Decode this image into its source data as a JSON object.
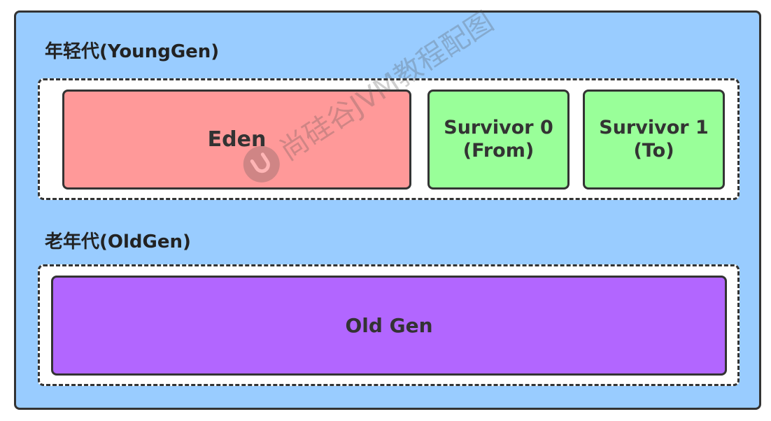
{
  "diagram": {
    "young_gen": {
      "label": "年轻代(YoungGen)",
      "eden": {
        "label": "Eden",
        "color": "#ff9999"
      },
      "survivor0": {
        "line1": "Survivor 0",
        "line2": "(From)",
        "color": "#99ff99"
      },
      "survivor1": {
        "line1": "Survivor 1",
        "line2": "(To)",
        "color": "#99ff99"
      }
    },
    "old_gen": {
      "label": "老年代(OldGen)",
      "region": {
        "label": "Old Gen",
        "color": "#b266ff"
      }
    },
    "background_color": "#99ccff",
    "watermark": {
      "text": "尚硅谷JVM教程配图",
      "icon": "u-logo-icon"
    }
  }
}
